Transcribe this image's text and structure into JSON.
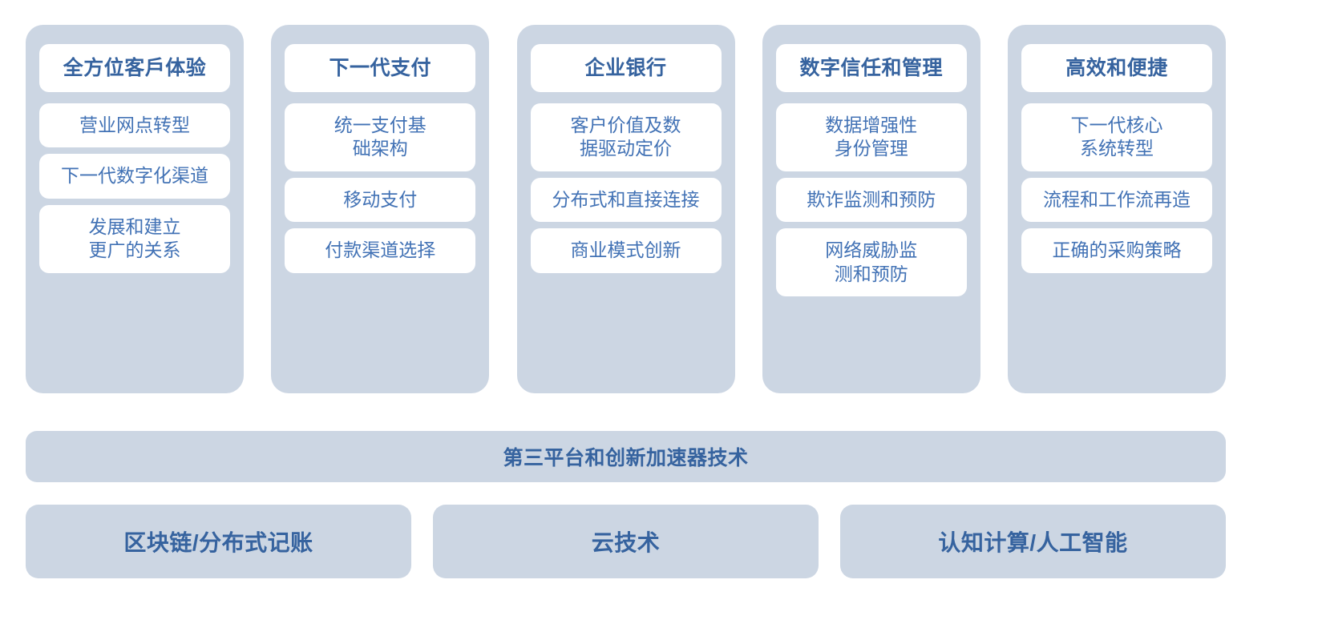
{
  "theme": {
    "panel_fill": "#ccd6e3",
    "card_fill": "#ffffff",
    "heading_color": "#36639f",
    "body_color": "#4272b5",
    "page_background": "#ffffff"
  },
  "pillars": [
    {
      "title": "全方位客戶体验",
      "items": [
        "营业网点转型",
        "下一代数字化渠道",
        "发展和建立\n更广的关系"
      ]
    },
    {
      "title": "下一代支付",
      "items": [
        "统一支付基\n础架构",
        "移动支付",
        "付款渠道选择"
      ]
    },
    {
      "title": "企业银行",
      "items": [
        "客户价值及数\n据驱动定价",
        "分布式和直接连接",
        "商业模式创新"
      ]
    },
    {
      "title": "数字信任和管理",
      "items": [
        "数据增强性\n身份管理",
        "欺诈监测和预防",
        "网络威胁监\n测和预防"
      ]
    },
    {
      "title": "高效和便捷",
      "items": [
        "下一代核心\n系统转型",
        "流程和工作流再造",
        "正确的采购策略"
      ]
    }
  ],
  "platform_bar": {
    "label": "第三平台和创新加速器技术"
  },
  "technology_bars": [
    {
      "label": "区块链/分布式记账"
    },
    {
      "label": "云技术"
    },
    {
      "label": "认知计算/人工智能"
    }
  ]
}
